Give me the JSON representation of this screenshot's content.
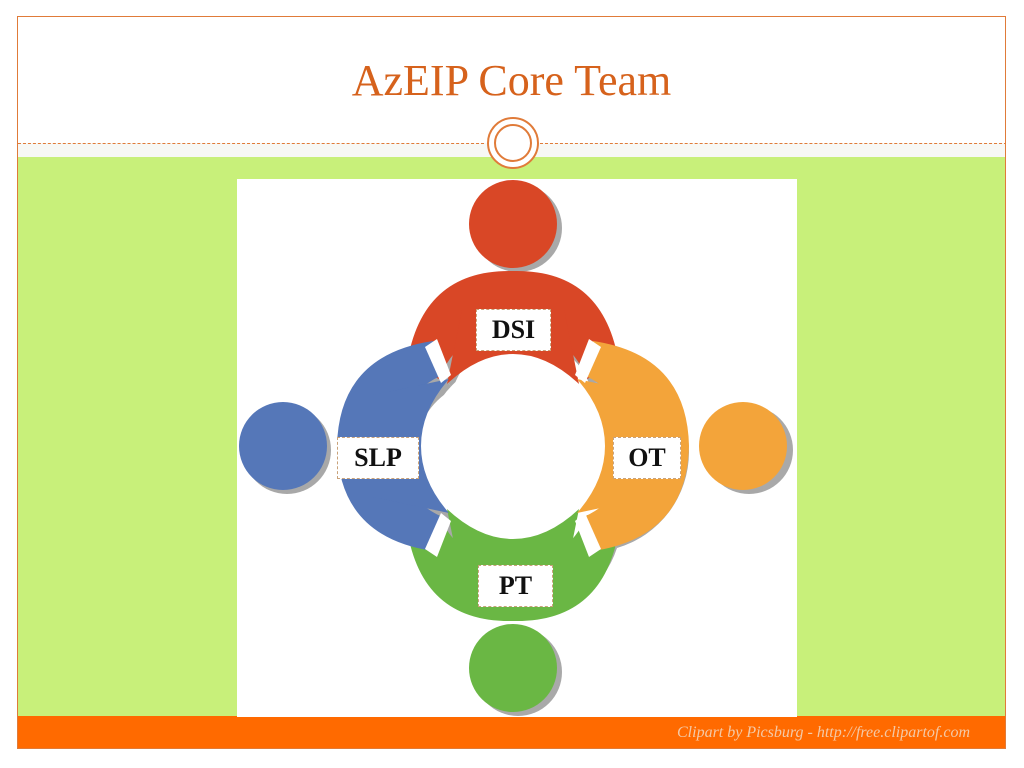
{
  "slide": {
    "title": "AzEIP Core Team",
    "credit": "Clipart by Picsburg - http://free.clipartof.com",
    "colors": {
      "title": "#d6621c",
      "frame": "#e07b39",
      "band": "#c8f07a",
      "footer": "#ff6a00"
    }
  },
  "diagram": {
    "figures": [
      {
        "id": "dsi",
        "label": "DSI",
        "color": "#d94726"
      },
      {
        "id": "ot",
        "label": "OT",
        "color": "#f3a43a"
      },
      {
        "id": "pt",
        "label": "PT",
        "color": "#6ab744"
      },
      {
        "id": "slp",
        "label": "SLP",
        "color": "#5577b8"
      }
    ]
  }
}
